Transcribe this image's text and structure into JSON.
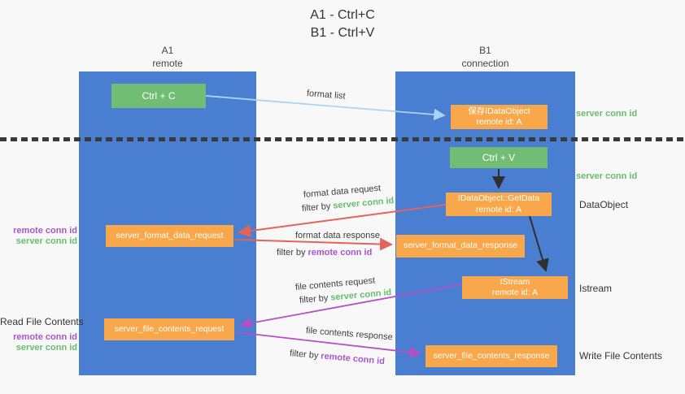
{
  "title": {
    "line1": "A1 - Ctrl+C",
    "line2": "B1 - Ctrl+V"
  },
  "lanes": {
    "left": {
      "name": "A1",
      "subtitle": "remote"
    },
    "right": {
      "name": "B1",
      "subtitle": "connection"
    }
  },
  "nodes": {
    "ctrl_c": {
      "label": "Ctrl + C"
    },
    "ctrl_v": {
      "label": "Ctrl + V"
    },
    "save_idataobject": {
      "line1": "保存IDataObject",
      "line2": "remote id: A"
    },
    "getdata": {
      "line1": "IDataObject::GetData",
      "line2": "remote id: A"
    },
    "istream": {
      "line1": "IStream",
      "line2": "remote id: A"
    },
    "server_format_data_request": {
      "label": "server_format_data_request"
    },
    "server_format_data_response": {
      "label": "server_format_data_response"
    },
    "server_file_contents_request": {
      "label": "server_file_contents_request"
    },
    "server_file_contents_response": {
      "label": "server_file_contents_response"
    }
  },
  "arrows": {
    "format_list": {
      "label": "format list"
    },
    "format_data_request": {
      "label": "format data request",
      "filter_prefix": "filter by",
      "filter_key": "server conn id"
    },
    "format_data_response": {
      "label": "format data response",
      "filter_prefix": "filter by",
      "filter_key": "remote conn id"
    },
    "file_contents_request": {
      "label": "file contents request",
      "filter_prefix": "filter by",
      "filter_key": "server conn id"
    },
    "file_contents_response": {
      "label": "file contents response",
      "filter_prefix": "filter by",
      "filter_key": "remote conn id"
    }
  },
  "side_labels": {
    "server_conn_id_top": "server conn id",
    "server_conn_id_mid": "server conn id",
    "dataobject": "DataObject",
    "istream": "Istream",
    "write_file_contents": "Write File Contents",
    "read_file_contents": "Read File Contents",
    "left_group1": {
      "remote": "remote conn id",
      "server": "server conn id"
    },
    "left_group2": {
      "remote": "remote conn id",
      "server": "server conn id"
    }
  },
  "colors": {
    "lane_blue": "#4a7ed0",
    "node_green": "#72bd74",
    "node_orange": "#f8a74a",
    "arrow_red": "#e5625d",
    "arrow_purple": "#b44fc4",
    "arrow_lightblue": "#a9d5f3",
    "arrow_black": "#2f2f2f",
    "label_green": "#67bd6a",
    "label_purple": "#a855c8"
  }
}
